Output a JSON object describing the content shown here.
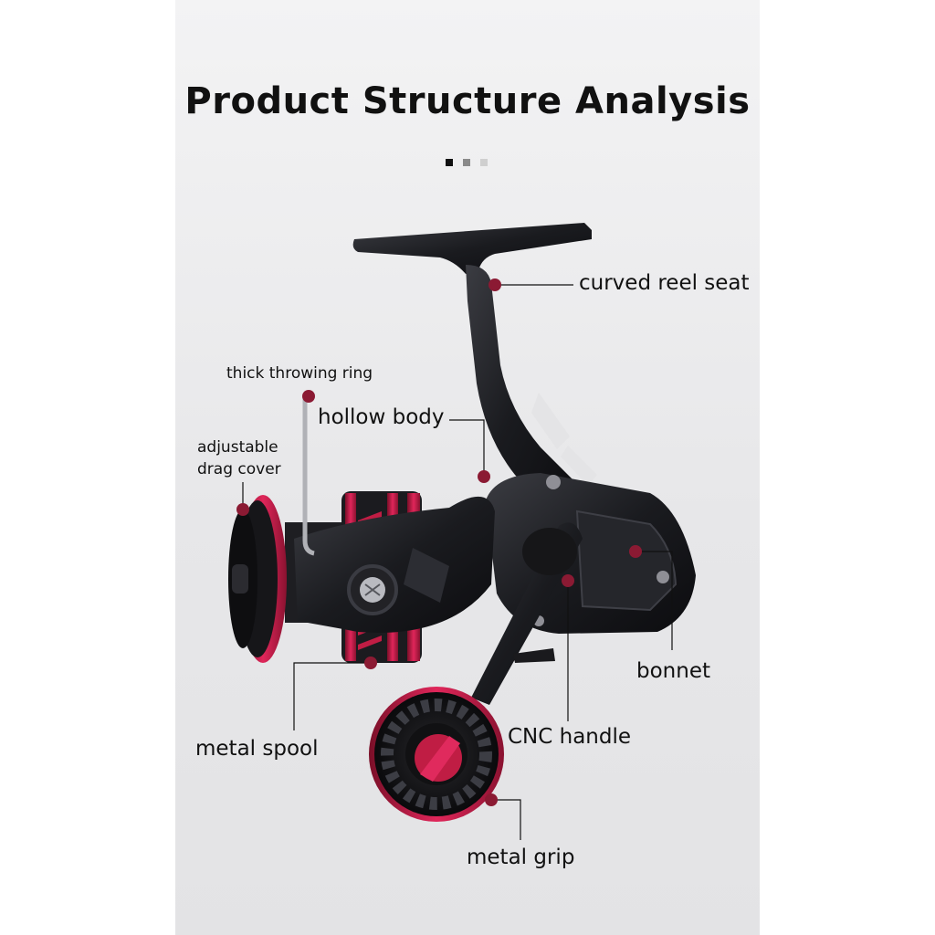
{
  "title": "Product Structure Analysis",
  "page_dots": [
    "#111111",
    "#8a8a8a",
    "#cfcfcf"
  ],
  "colors": {
    "accent": "#8b1a33",
    "body": "#1c1c20",
    "spool_red": "#c01d44"
  },
  "callouts": {
    "reel_seat": "curved reel seat",
    "throwing_ring": "thick throwing ring",
    "hollow_body": "hollow body",
    "drag_cover_1": "adjustable",
    "drag_cover_2": "drag cover",
    "bonnet": "bonnet",
    "cnc_handle": "CNC handle",
    "metal_spool": "metal spool",
    "metal_grip": "metal grip"
  }
}
